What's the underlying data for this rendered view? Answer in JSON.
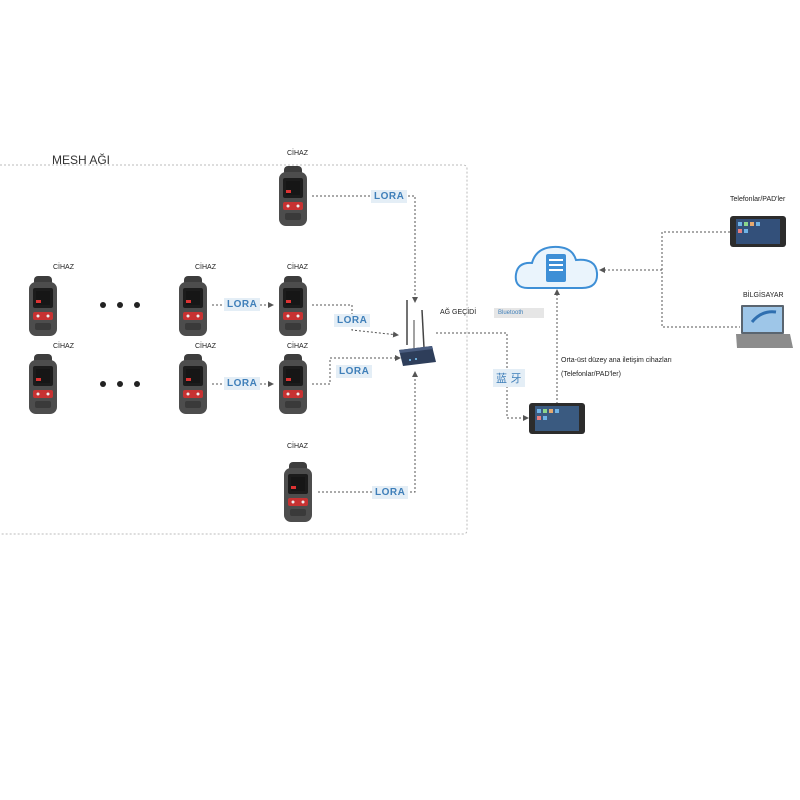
{
  "mesh_title": "MESH AĞI",
  "device_label": "CİHAZ",
  "gateway_label": "AĞ GEÇİDİ",
  "lora_label": "LORA",
  "bluetooth_label": "Bluetooth",
  "chinese_bluetooth_label": "蓝 牙",
  "upper_terminal_line1": "Orta-üst düzey ana iletişim cihazları",
  "upper_terminal_line2": "(Telefonlar/PAD'ler)",
  "phones_label": "Telefonlar/PAD'ler",
  "computer_label": "BİLGİSAYAR",
  "colors": {
    "link": "#555555",
    "lora_text": "#3f7fb9",
    "lora_bg": "#e4eef6",
    "cloud": "#3e8fd6",
    "device_body": "#4a4a4a"
  }
}
